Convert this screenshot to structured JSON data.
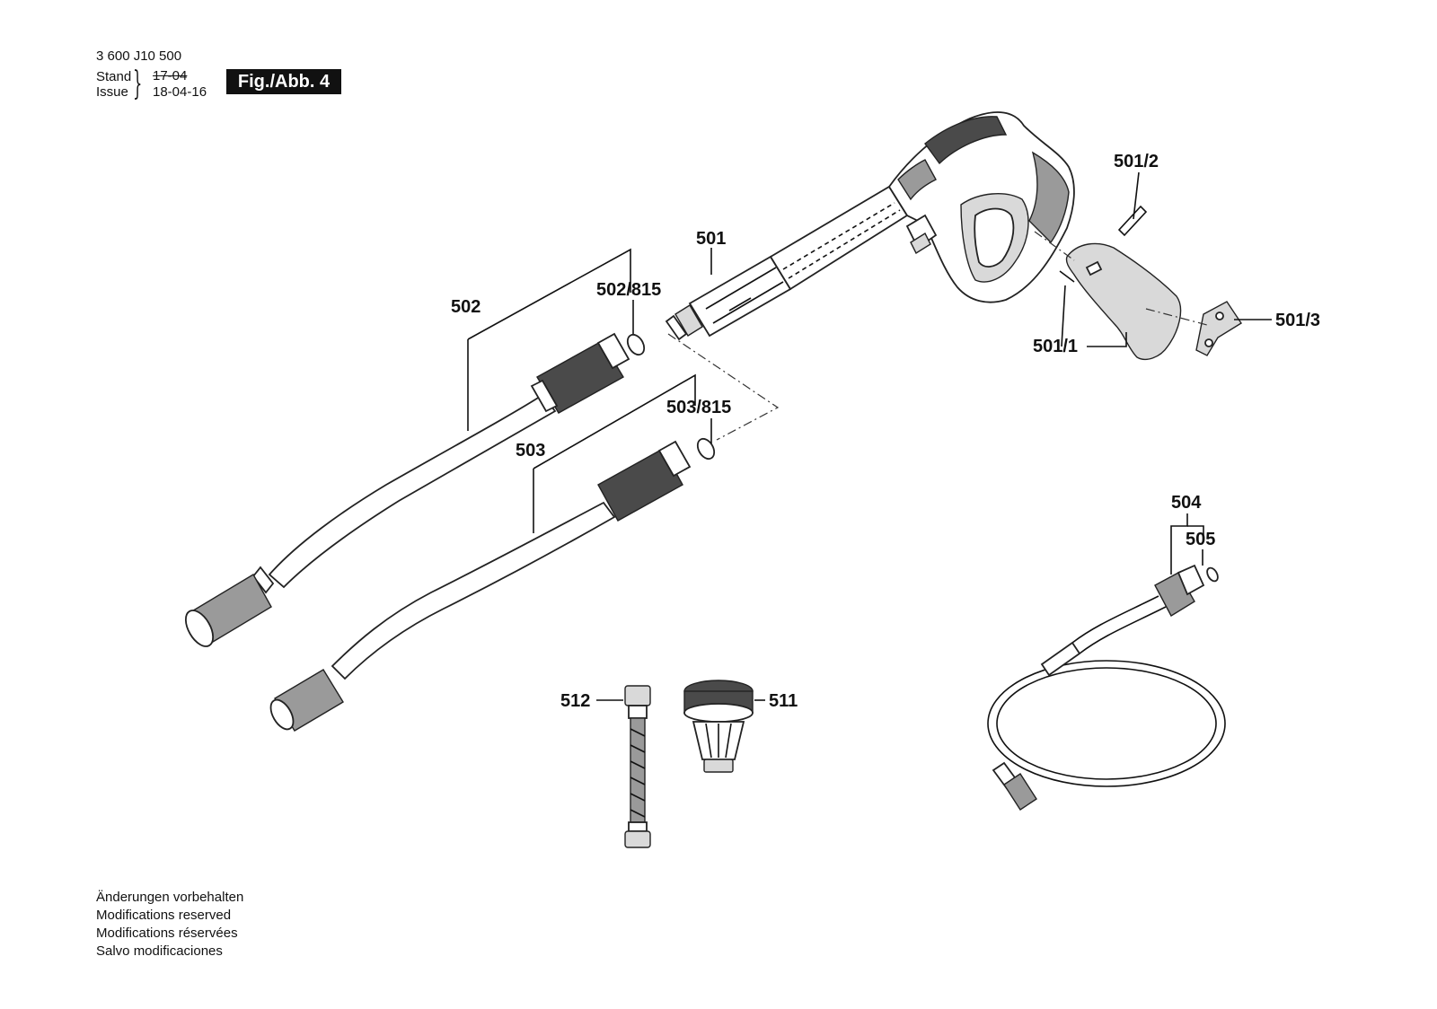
{
  "header": {
    "doc_number": "3 600 J10 500",
    "stand_label": "Stand",
    "issue_label": "Issue",
    "date_old": "17-04",
    "date_new": "18-04-16",
    "figure_badge": "Fig./Abb. 4"
  },
  "parts": {
    "p501": "501",
    "p501_1": "501/1",
    "p501_2": "501/2",
    "p501_3": "501/3",
    "p502": "502",
    "p502_815": "502/815",
    "p503": "503",
    "p503_815": "503/815",
    "p504": "504",
    "p505": "505",
    "p511": "511",
    "p512": "512"
  },
  "footer": {
    "line_de": "Änderungen vorbehalten",
    "line_en": "Modifications reserved",
    "line_fr": "Modifications réservées",
    "line_es": "Salvo modificaciones"
  },
  "colors": {
    "ink": "#111111",
    "badge_bg": "#111111",
    "badge_fg": "#ffffff"
  }
}
